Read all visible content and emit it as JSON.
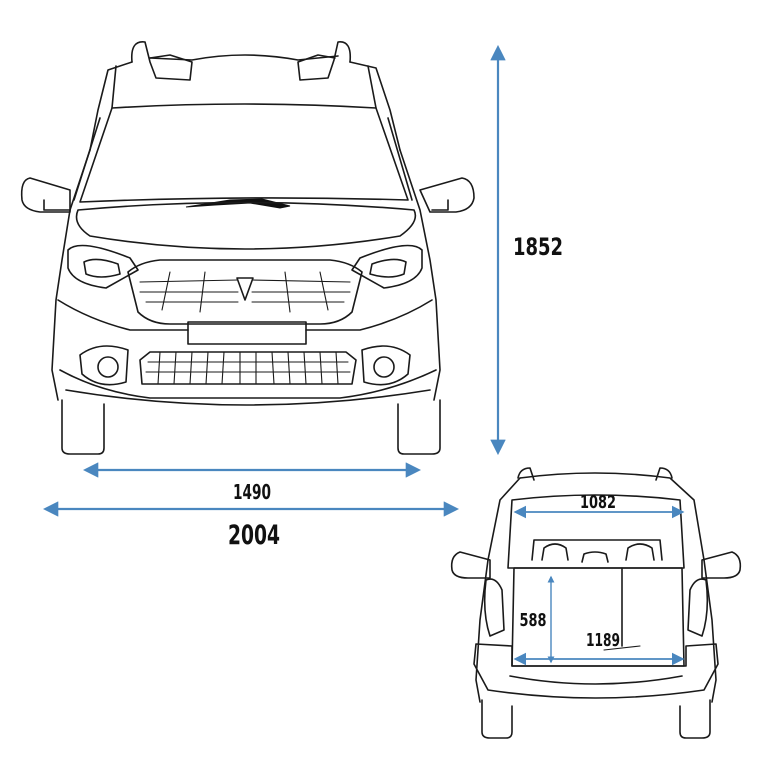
{
  "colors": {
    "outline": "#1a1a1a",
    "dimension_arrow": "#4a87bf",
    "label_text": "#111111"
  },
  "dimensions": {
    "height": "1852",
    "track_width": "1490",
    "overall_width": "2004",
    "cargo_width_top": "1082",
    "cargo_height": "588",
    "cargo_width_floor": "1189"
  }
}
